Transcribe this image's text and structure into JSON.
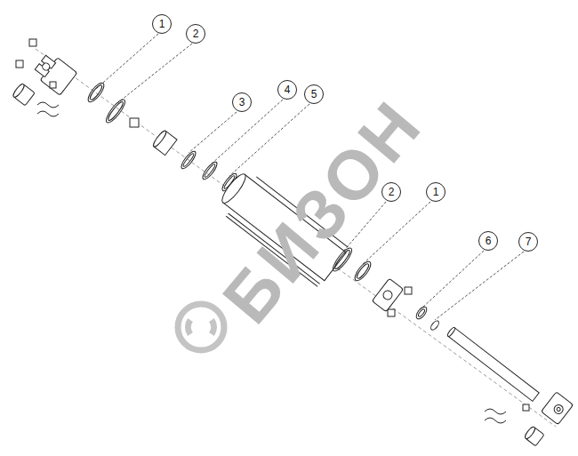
{
  "diagram": {
    "labels": [
      "1",
      "2",
      "3",
      "4",
      "5",
      "2",
      "1",
      "6",
      "7",
      "БИЗОН"
    ]
  }
}
